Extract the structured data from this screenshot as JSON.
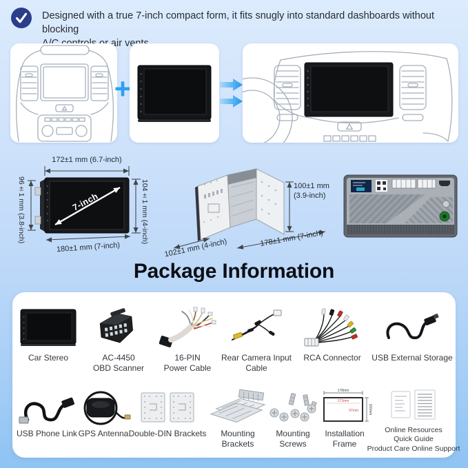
{
  "colors": {
    "accent_blue": "#2d9ff1",
    "check_badge_navy": "#2b3e8c"
  },
  "header": {
    "text": "Designed with a true 7-inch compact form, it fits snugly into standard dashboards without blocking\nA/C controls or air vents."
  },
  "install": {
    "plus": "+"
  },
  "dimensions": {
    "front": {
      "top": "172±1 mm (6.7-inch)",
      "left": "96±1 mm (3.8-inch)",
      "right": "104±1 mm (4-inch)",
      "bottom": "180±1 mm (7-inch)",
      "diagonal": "7-inch"
    },
    "cage": {
      "height": "100±1 mm\n(3.9-inch)",
      "depth": "178±1 mm (7-inch)",
      "width": "102±1 mm (4-inch)"
    }
  },
  "package": {
    "title": "Package Information",
    "row1": [
      {
        "name": "car-stereo",
        "label": "Car Stereo"
      },
      {
        "name": "obd-scanner",
        "label": "AC-4450\nOBD Scanner"
      },
      {
        "name": "power-cable",
        "label": "16-PIN\nPower Cable"
      },
      {
        "name": "rear-camera-cable",
        "label": "Rear Camera Input\nCable"
      },
      {
        "name": "rca-connector",
        "label": "RCA Connector"
      },
      {
        "name": "usb-external-storage",
        "label": "USB External Storage"
      }
    ],
    "row2": [
      {
        "name": "usb-phone-link",
        "label": "USB Phone Link"
      },
      {
        "name": "gps-antenna",
        "label": "GPS Antenna"
      },
      {
        "name": "double-din-brackets",
        "label": "Double-DIN Brackets"
      },
      {
        "name": "mounting-brackets",
        "label": "Mounting\nBrackets"
      },
      {
        "name": "mounting-screws",
        "label": "Mounting\nScrews"
      },
      {
        "name": "installation-frame",
        "label": "Installation\nFrame"
      },
      {
        "name": "online-resources",
        "label": "Online Resources\nQuick Guide\nProduct Care Online Support"
      }
    ],
    "frame_dims": {
      "outer_width": "178mm",
      "inner_width": "172mm",
      "outer_height": "100mm",
      "inner_height": "97mm"
    }
  }
}
